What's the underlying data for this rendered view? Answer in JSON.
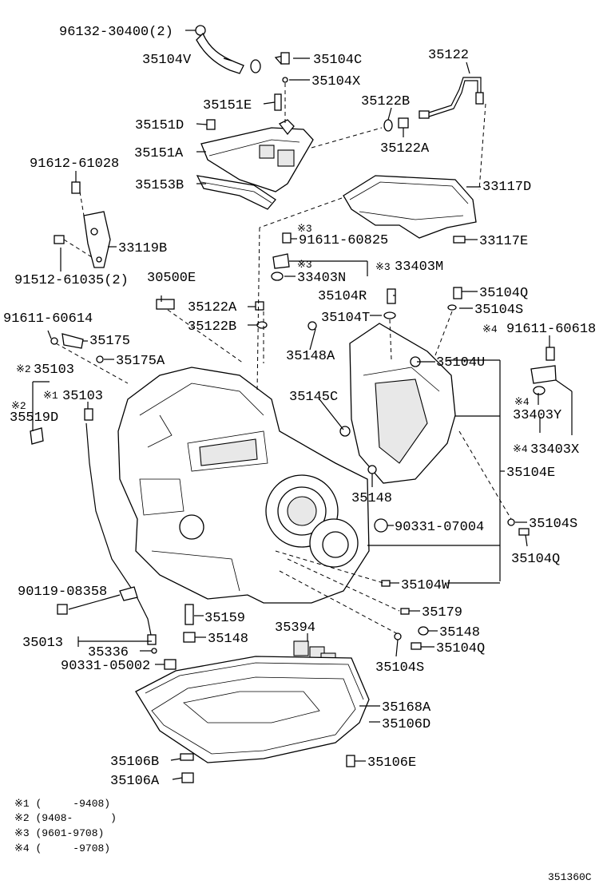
{
  "labels": {
    "l96132": "96132-30400(2)",
    "l35104V": "35104V",
    "l35104C": "35104C",
    "l35104X": "35104X",
    "l35122": "35122",
    "l35151E": "35151E",
    "l35122B_top": "35122B",
    "l35151D": "35151D",
    "l35151A": "35151A",
    "l35122A_top": "35122A",
    "l91612": "91612-61028",
    "l35153B": "35153B",
    "l33117D": "33117D",
    "l91611_60825": "91611-60825",
    "l33117E": "33117E",
    "l33119B": "33119B",
    "l33403M": "33403M",
    "l33403N": "33403N",
    "l91512": "91512-61035(2)",
    "l30500E": "30500E",
    "l35104R": "35104R",
    "l35104Q_top": "35104Q",
    "l35122A_mid": "35122A",
    "l35104S_top": "35104S",
    "l91611_60614": "91611-60614",
    "l35122B_mid": "35122B",
    "l35104T": "35104T",
    "l91611_60618": "91611-60618",
    "l35175": "35175",
    "l35175A": "35175A",
    "l35148A": "35148A",
    "l35104U": "35104U",
    "l35103_a": "35103",
    "l35145C": "35145C",
    "l35103_b": "35103",
    "l33403Y": "33403Y",
    "l35519D": "35519D",
    "l33403X": "33403X",
    "l35104E": "35104E",
    "l35148_mid": "35148",
    "l90331_07004": "90331-07004",
    "l35104S_mid": "35104S",
    "l35104Q_mid": "35104Q",
    "l35104W": "35104W",
    "l90119": "90119-08358",
    "l35159": "35159",
    "l35179": "35179",
    "l35394": "35394",
    "l35148_low": "35148",
    "l35148_low2": "35148",
    "l35013": "35013",
    "l35336": "35336",
    "l35104Q_low": "35104Q",
    "l90331_05002": "90331-05002",
    "l35104S_low": "35104S",
    "l35168A": "35168A",
    "l35106D": "35106D",
    "l35106B": "35106B",
    "l35106E": "35106E",
    "l35106A": "35106A"
  },
  "marks": {
    "m3a": "※3",
    "m3b": "※3",
    "m3c": "※3",
    "m4a": "※4",
    "m4b": "※4",
    "m4c": "※4",
    "m2a": "※2",
    "m2b": "※2",
    "m1a": "※1"
  },
  "notes": [
    "※1 (     -9408)",
    "※2 (9408-      )",
    "※3 (9601-9708)",
    "※4 (     -9708)"
  ],
  "figure_code": "351360C"
}
